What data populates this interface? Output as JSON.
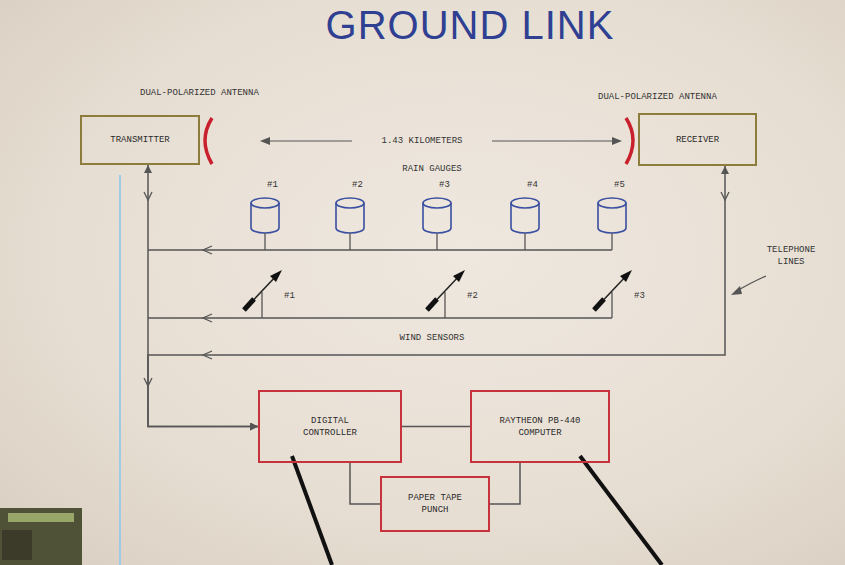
{
  "diagram": {
    "title": "GROUND LINK",
    "nodes": [
      {
        "text": [
          "TRANSMITTER"
        ]
      },
      {
        "text": [
          "RECEIVER"
        ]
      },
      {
        "text": [
          "DIGITAL CONTROLLER"
        ]
      },
      {
        "text": [
          "RAYTHEON PB-440 COMPUTER"
        ]
      },
      {
        "text": [
          "PAPER TAPE PUNCH"
        ]
      }
    ],
    "edges": [
      {
        "from": 0,
        "to": 2,
        "arrow": "both"
      },
      {
        "from": 1,
        "to": 2,
        "arrow": "both"
      },
      {
        "from": 2,
        "to": 3,
        "arrow": "none"
      },
      {
        "from": 2,
        "to": 4,
        "arrow": "none"
      },
      {
        "from": 3,
        "to": 4,
        "arrow": "none"
      }
    ],
    "labels": [
      "DUAL-POLARIZED ANTENNA",
      "DUAL-POLARIZED ANTENNA",
      "1.43 KILOMETERS",
      "RAIN GAUGES",
      "#1",
      "#2",
      "#3",
      "#4",
      "#5",
      "#1",
      "#2",
      "#3",
      "WIND SENSORS",
      "TELEPHONE LINES"
    ]
  }
}
